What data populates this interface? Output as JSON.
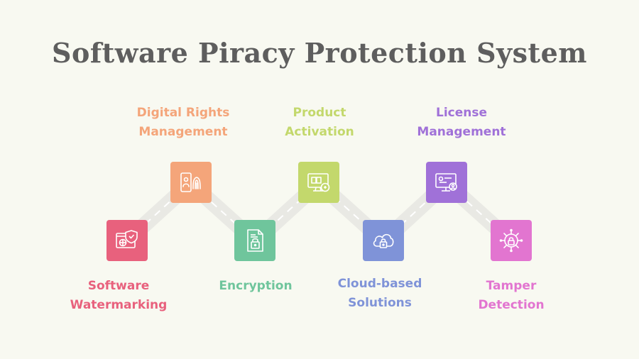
{
  "title": "Software Piracy Protection System",
  "steps": [
    {
      "line1": "Software",
      "line2": "Watermarking",
      "color": "#e8617d",
      "icon": "monitor-shield-icon"
    },
    {
      "line1": "Digital Rights",
      "line2": "Management",
      "color": "#f4a57a",
      "icon": "fingerprint-device-icon"
    },
    {
      "line1": "Encryption",
      "line2": "",
      "color": "#6fc59c",
      "icon": "locked-document-icon"
    },
    {
      "line1": "Product",
      "line2": "Activation",
      "color": "#c3d86c",
      "icon": "monitor-key-icon"
    },
    {
      "line1": "Cloud-based",
      "line2": "Solutions",
      "color": "#7f93d8",
      "icon": "cloud-lock-icon"
    },
    {
      "line1": "License",
      "line2": "Management",
      "color": "#a071d8",
      "icon": "monitor-user-icon"
    },
    {
      "line1": "Tamper",
      "line2": "Detection",
      "color": "#e275d0",
      "icon": "circuit-lock-icon"
    }
  ]
}
